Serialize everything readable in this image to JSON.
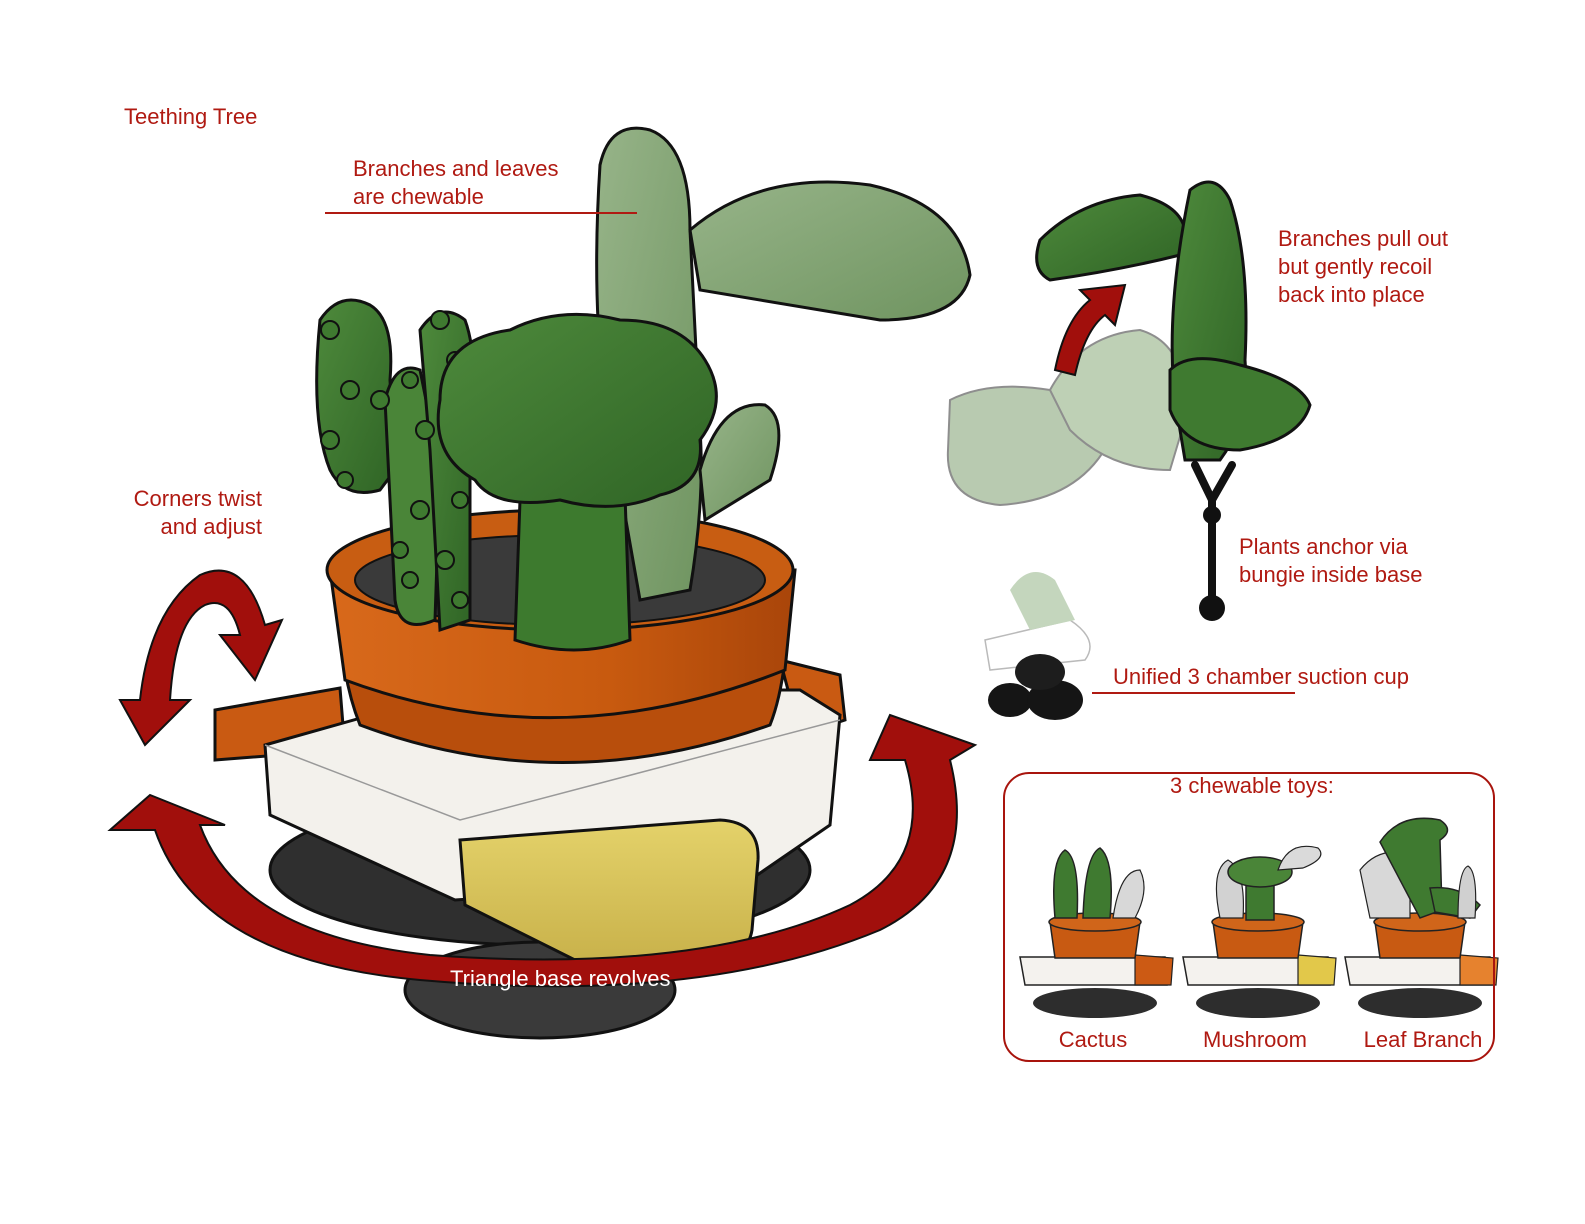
{
  "title": "Teething Tree",
  "callouts": {
    "branches_chewable": [
      "Branches and leaves",
      "are chewable"
    ],
    "pull_out": [
      "Branches pull out",
      "but gently recoil",
      "back into place"
    ],
    "corners": [
      "Corners twist",
      "and adjust"
    ],
    "anchor": [
      "Plants anchor via",
      "bungie inside base"
    ],
    "suction": "Unified 3 chamber suction cup",
    "revolves": "Triangle base revolves"
  },
  "toys": {
    "heading": "3 chewable toys:",
    "items": [
      {
        "label": "Cactus"
      },
      {
        "label": "Mushroom"
      },
      {
        "label": "Leaf Branch"
      }
    ]
  },
  "colors": {
    "accent": "#b01a12",
    "arrow": "#a10f0c",
    "pot": "#cc5a0e",
    "green_dark": "#3d7a2e",
    "green_light": "#8aaa7a",
    "base_white": "#f2f0ec",
    "base_yellow": "#d8c45a",
    "suction": "#3b3b3b"
  }
}
